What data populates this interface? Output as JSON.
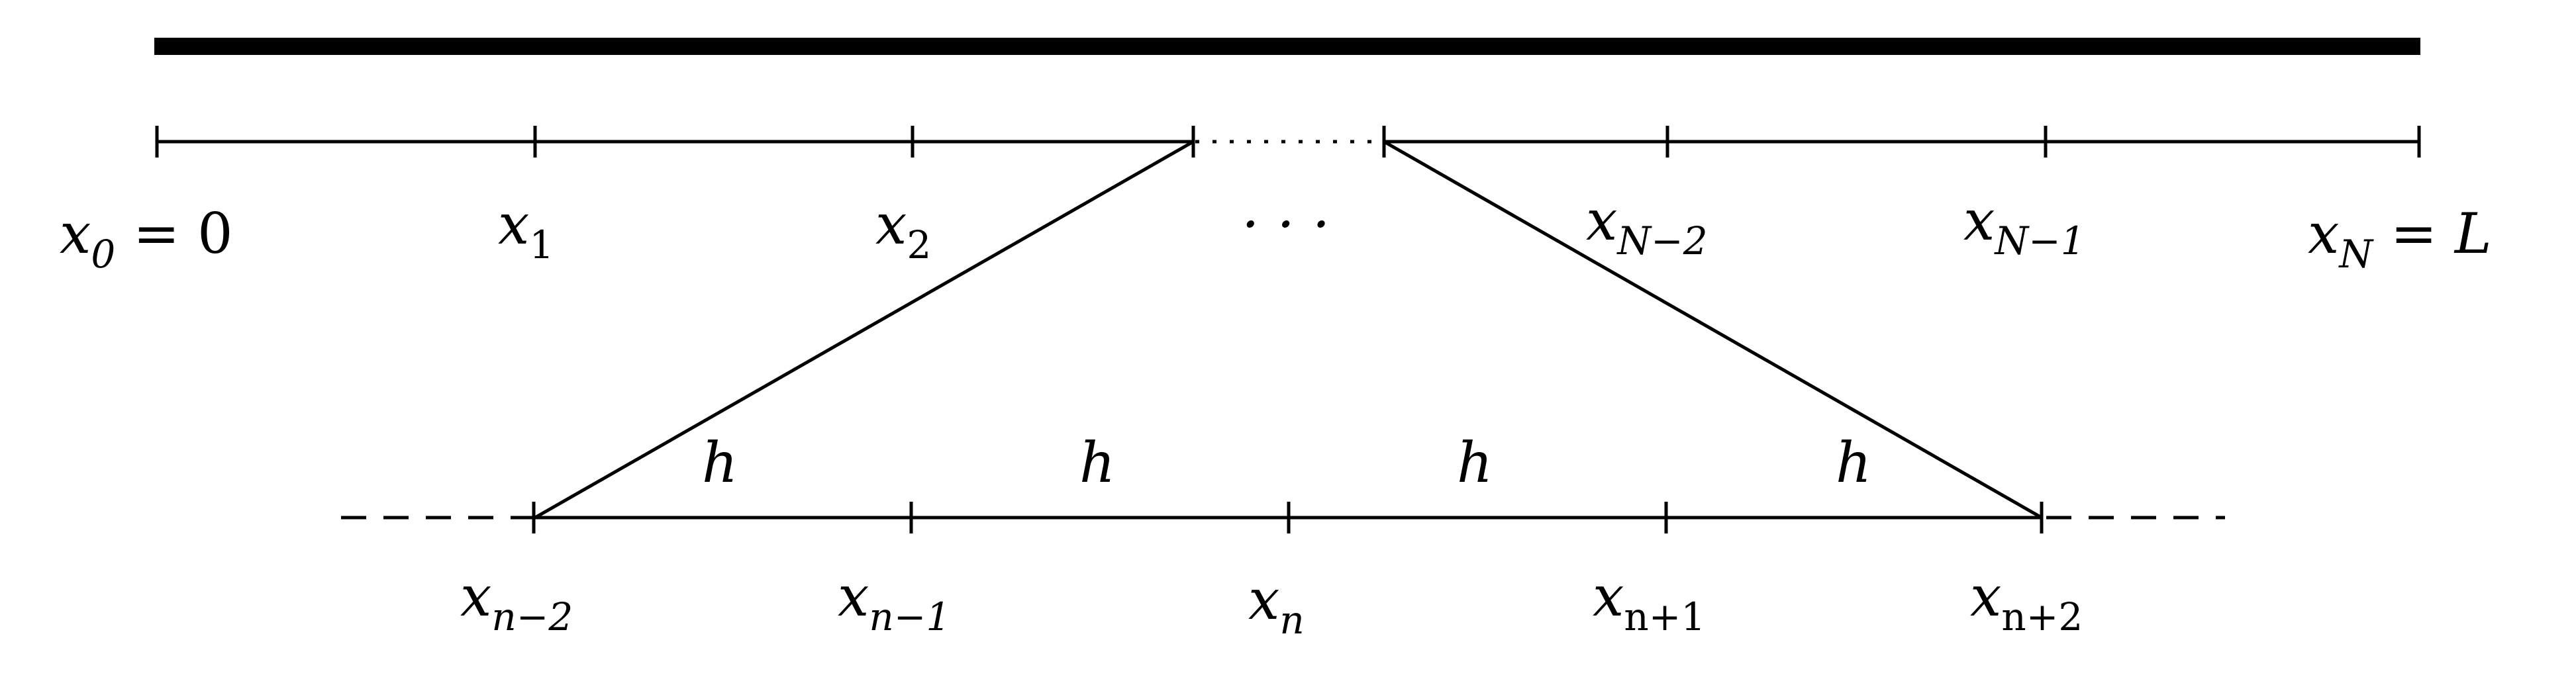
{
  "colors": {
    "ink": "#000000",
    "background": "#ffffff"
  },
  "domain_bar": {
    "label": ""
  },
  "top_labels": [
    {
      "base": "x",
      "sub": "0",
      "suffix": " = 0"
    },
    {
      "base": "x",
      "sub": "1",
      "suffix": ""
    },
    {
      "base": "x",
      "sub": "2",
      "suffix": ""
    },
    {
      "base": "",
      "sub": "",
      "suffix": "· · ·"
    },
    {
      "base": "x",
      "sub": "N−2",
      "suffix": ""
    },
    {
      "base": "x",
      "sub": "N−1",
      "suffix": ""
    },
    {
      "base": "x",
      "sub": "N",
      "suffix": " = L"
    }
  ],
  "spacing_labels": [
    "h",
    "h",
    "h",
    "h"
  ],
  "bottom_labels": [
    {
      "base": "x",
      "sub": "n−2"
    },
    {
      "base": "x",
      "sub": "n−1"
    },
    {
      "base": "x",
      "sub": "n"
    },
    {
      "base": "x",
      "sub": "n+1"
    },
    {
      "base": "x",
      "sub": "n+2"
    }
  ]
}
